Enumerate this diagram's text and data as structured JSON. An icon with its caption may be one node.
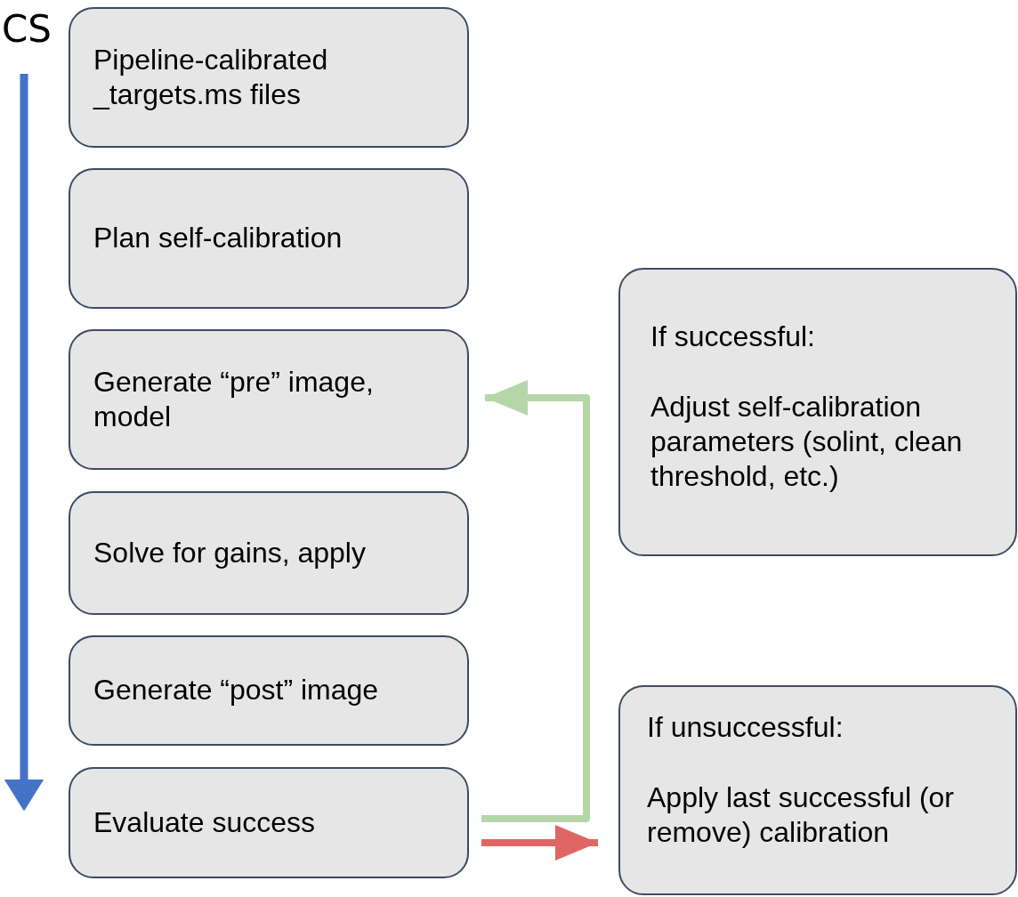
{
  "diagram": {
    "nodes": [
      {
        "text": [
          "Pipeline-calibrated _targets.ms files"
        ]
      },
      {
        "text": [
          "Plan self-calibration"
        ]
      },
      {
        "text": [
          "Generate “pre” image, model"
        ]
      },
      {
        "text": [
          "Solve for gains, apply"
        ]
      },
      {
        "text": [
          "Generate “post” image"
        ]
      },
      {
        "text": [
          "Evaluate success"
        ]
      },
      {
        "text": [
          "If successful:",
          "Adjust self-calibration parameters (solint, clean threshold, etc.)"
        ]
      },
      {
        "text": [
          "If unsuccessful:",
          "Apply last successful (or remove) calibration"
        ]
      }
    ],
    "edges": [
      {
        "from": 5,
        "to": 2,
        "arrow": "to",
        "color": "#b5d7a8"
      },
      {
        "from": 5,
        "to": 7,
        "arrow": "to",
        "color": "#e06666"
      }
    ],
    "labels": [
      "CS"
    ]
  }
}
